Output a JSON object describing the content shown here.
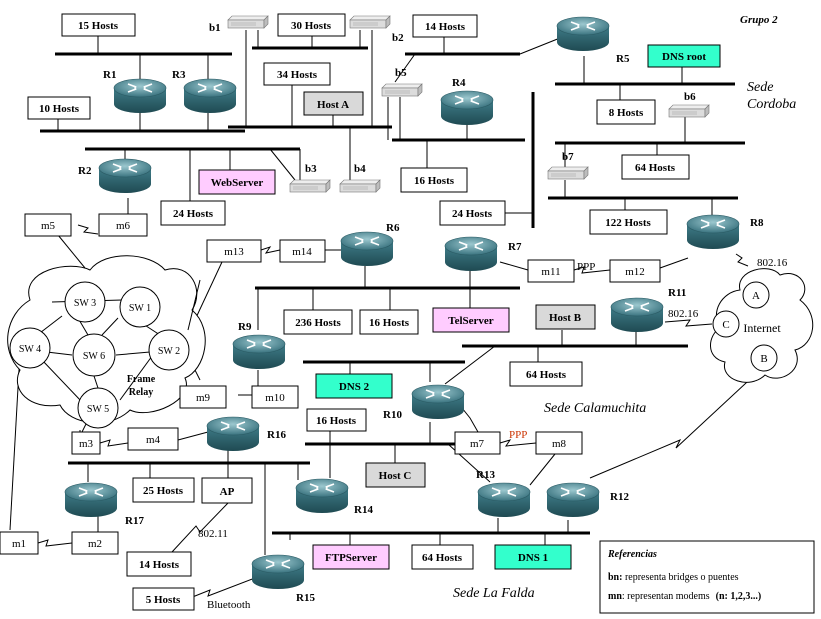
{
  "title": "Grupo  2",
  "sites": {
    "cordoba_line1": "Sede",
    "cordoba_line2": "Cordoba",
    "calamuchita": "Sede Calamuchita",
    "la_falda": "Sede La Falda"
  },
  "hosts": {
    "h15": "15 Hosts",
    "h30": "30 Hosts",
    "h14a": "14 Hosts",
    "h34": "34 Hosts",
    "h10": "10 Hosts",
    "h8": "8 Hosts",
    "h16a": "16 Hosts",
    "h64a": "64 Hosts",
    "h24a": "24 Hosts",
    "h24b": "24 Hosts",
    "h122": "122 Hosts",
    "h236": "236 Hosts",
    "h16b": "16 Hosts",
    "h64b": "64 Hosts",
    "h16c": "16 Hosts",
    "h25": "25 Hosts",
    "h14b": "14 Hosts",
    "h64c": "64 Hosts",
    "h5": "5 Hosts"
  },
  "special_hosts": {
    "hostA": "Host A",
    "hostB": "Host B",
    "hostC": "Host C"
  },
  "servers": {
    "dnsroot": "DNS root",
    "webserver": "WebServer",
    "telserver": "TelServer",
    "dns2": "DNS 2",
    "ftpserver": "FTPServer",
    "dns1": "DNS 1"
  },
  "routers": {
    "r1": "R1",
    "r2": "R2",
    "r3": "R3",
    "r4": "R4",
    "r5": "R5",
    "r6": "R6",
    "r7": "R7",
    "r8": "R8",
    "r9": "R9",
    "r10": "R10",
    "r11": "R11",
    "r12": "R12",
    "r13": "R13",
    "r14": "R14",
    "r15": "R15",
    "r16": "R16",
    "r17": "R17"
  },
  "bridges": {
    "b1": "b1",
    "b2": "b2",
    "b3": "b3",
    "b4": "b4",
    "b5": "b5",
    "b6": "b6",
    "b7": "b7"
  },
  "modems": {
    "m1": "m1",
    "m2": "m2",
    "m3": "m3",
    "m4": "m4",
    "m5": "m5",
    "m6": "m6",
    "m7": "m7",
    "m8": "m8",
    "m9": "m9",
    "m10": "m10",
    "m11": "m11",
    "m12": "m12",
    "m13": "m13",
    "m14": "m14"
  },
  "frame_relay": {
    "sw1": "SW 1",
    "sw2": "SW 2",
    "sw3": "SW 3",
    "sw4": "SW 4",
    "sw5": "SW 5",
    "sw6": "SW 6",
    "label_line1": "Frame",
    "label_line2": "Relay"
  },
  "internet": {
    "label": "Internet",
    "a": "A",
    "b": "B",
    "c": "C"
  },
  "link_labels": {
    "ppp1": "PPP",
    "ppp2": "PPP",
    "w802_16a": "802.16",
    "w802_16b": "802.16",
    "w802_11": "802.11",
    "bluetooth": "Bluetooth",
    "ap": "AP"
  },
  "legend": {
    "title": "Referencias",
    "bn_key": "bn:",
    "bn_text": " representa bridges o puentes",
    "mn_key": "mn",
    "mn_text": ": representan modems",
    "mn_extra": "(n: 1,2,3...)"
  },
  "colors": {
    "server_pink": "#ffccff",
    "dns_teal": "#33ffcc",
    "host_grey": "#d9d9d9",
    "ppp_red": "#cc3300",
    "router_body": "#4a8a96"
  },
  "icons": {
    "router": "router-icon",
    "bridge": "bridge-icon",
    "cloud": "cloud-icon"
  }
}
